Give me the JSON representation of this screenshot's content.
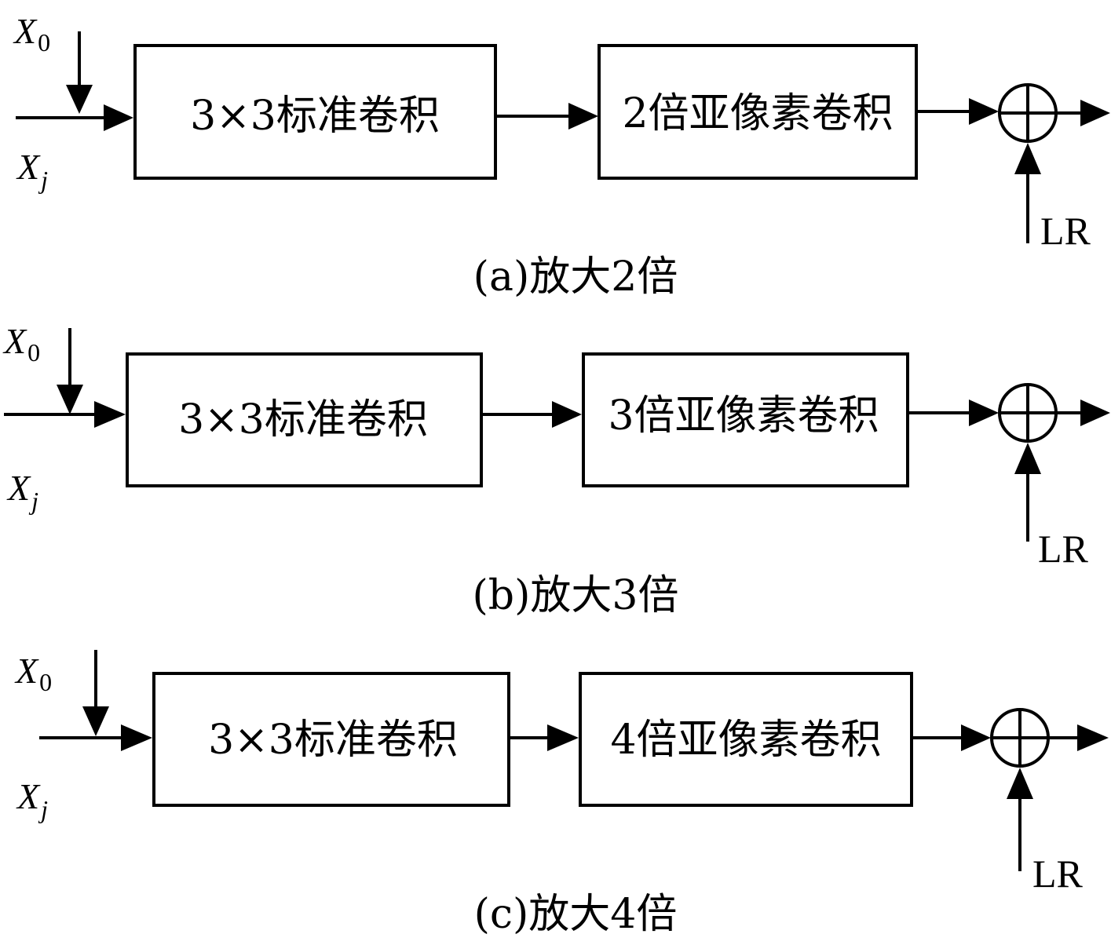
{
  "panels": [
    {
      "id": "a",
      "input_top_var": "X",
      "input_top_sub": "0",
      "input_left_var": "X",
      "input_left_sub": "j",
      "block1_label": "3×3标准卷积",
      "block2_label": "2倍亚像素卷积",
      "sum_input_label": "LR",
      "caption": "(a)放大2倍"
    },
    {
      "id": "b",
      "input_top_var": "X",
      "input_top_sub": "0",
      "input_left_var": "X",
      "input_left_sub": "j",
      "block1_label": "3×3标准卷积",
      "block2_label": "3倍亚像素卷积",
      "sum_input_label": "LR",
      "caption": "(b)放大3倍"
    },
    {
      "id": "c",
      "input_top_var": "X",
      "input_top_sub": "0",
      "input_left_var": "X",
      "input_left_sub": "j",
      "block1_label": "3×3标准卷积",
      "block2_label": "4倍亚像素卷积",
      "sum_input_label": "LR",
      "caption": "(c)放大4倍"
    }
  ]
}
